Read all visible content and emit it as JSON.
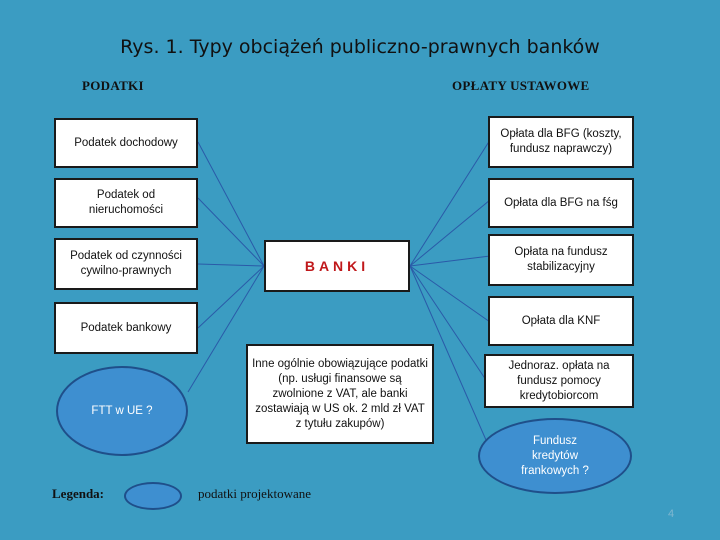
{
  "title": "Rys. 1. Typy obciążeń publiczno-prawnych banków",
  "headers": {
    "left": "PODATKI",
    "right": "OPŁATY USTAWOWE"
  },
  "center": "BANKI",
  "left_boxes": [
    "Podatek dochodowy",
    "Podatek od nieruchomości",
    "Podatek od czynności cywilno-prawnych",
    "Podatek bankowy"
  ],
  "middle_box": "Inne ogólnie obowiązujące podatki (np. usługi finansowe są zwolnione z VAT, ale banki zostawiają w US ok. 2 mld zł VAT z tytułu zakupów)",
  "right_boxes": [
    "Opłata dla BFG (koszty, fundusz naprawczy)",
    "Opłata dla BFG na fśg",
    "Opłata na fundusz stabilizacyjny",
    "Opłata dla KNF",
    "Jednoraz. opłata na fundusz pomocy kredytobiorcom"
  ],
  "ellipses": {
    "ftt": "FTT w UE ?",
    "fundusz": "Fundusz kredytów frankowych ?"
  },
  "legend": {
    "label": "Legenda:",
    "text": "podatki projektowane"
  },
  "page_number": "4",
  "colors": {
    "background": "#3b9cc2",
    "projected": "#3e8fd0",
    "center_text": "#c0181b"
  }
}
